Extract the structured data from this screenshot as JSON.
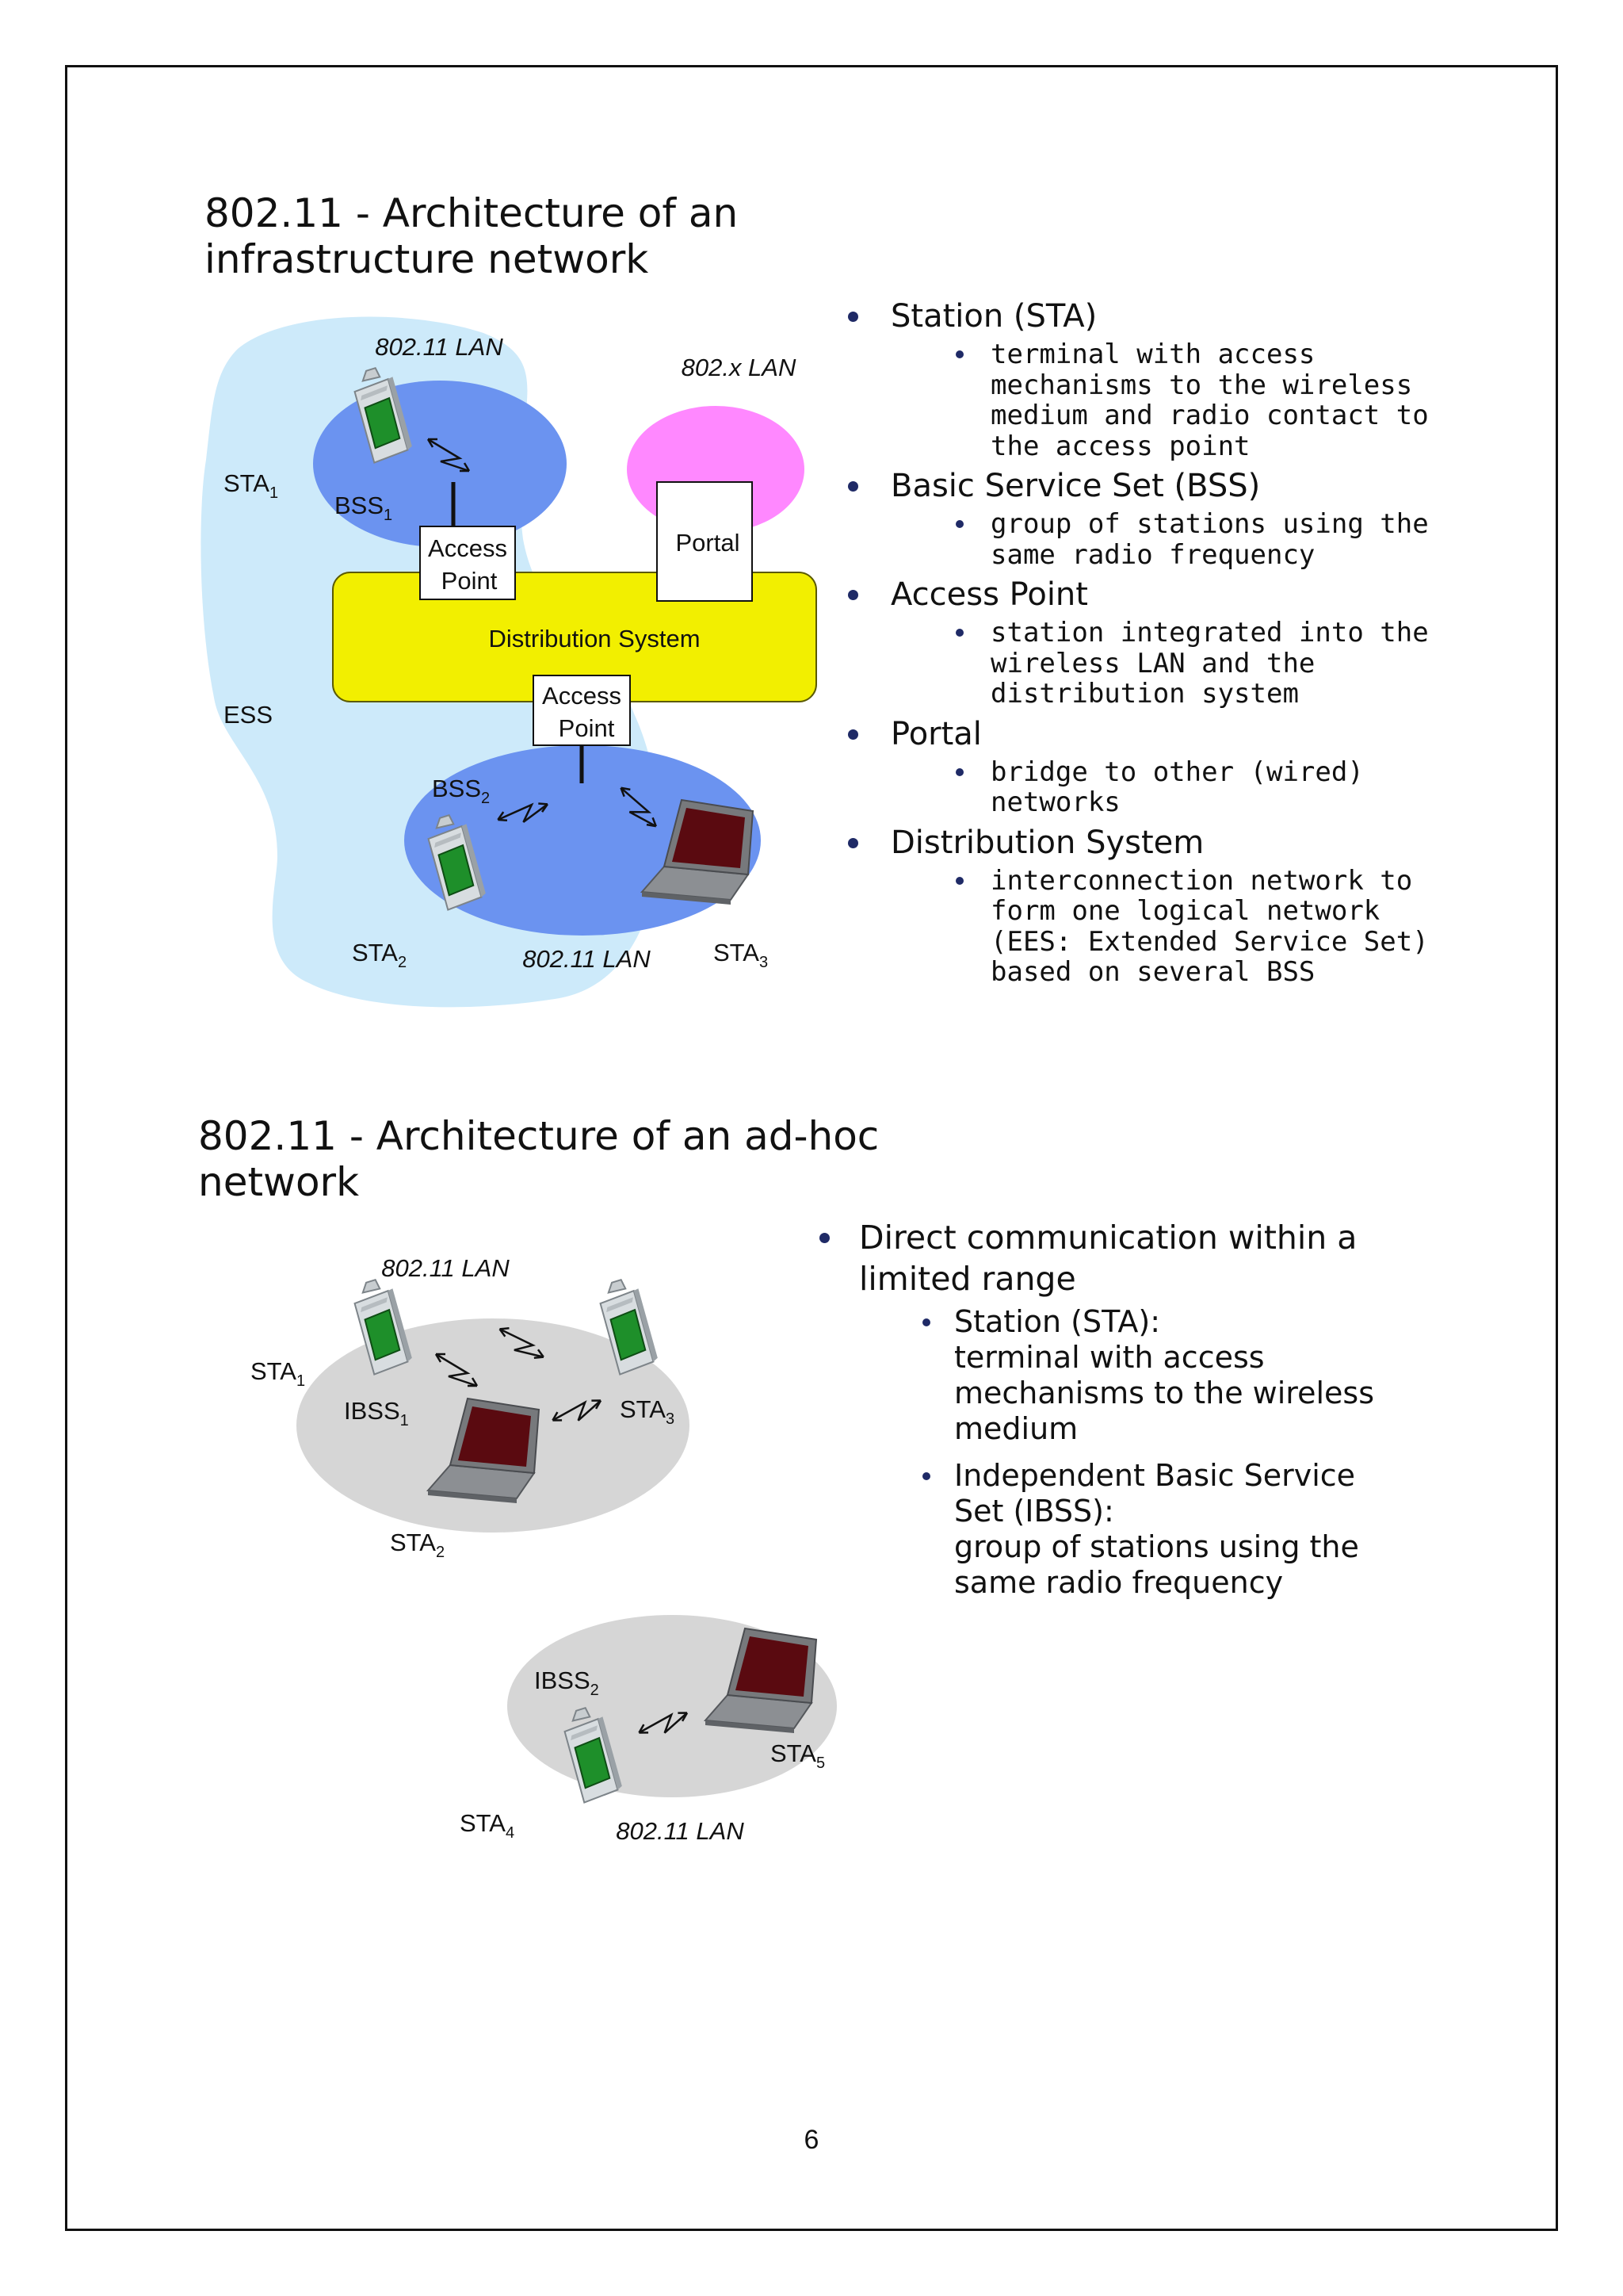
{
  "page": {
    "number": "6"
  },
  "section1": {
    "title_line1": "802.11 - Architecture of an",
    "title_line2": "infrastructure network",
    "diagram": {
      "lan_top": "802.11 LAN",
      "lan_x": "802.x LAN",
      "lan_bottom": "802.11 LAN",
      "sta1": "STA",
      "sta1_sub": "1",
      "sta2": "STA",
      "sta2_sub": "2",
      "sta3": "STA",
      "sta3_sub": "3",
      "bss1": "BSS",
      "bss1_sub": "1",
      "bss2": "BSS",
      "bss2_sub": "2",
      "ess": "ESS",
      "ap_line1": "Access",
      "ap_line2": "Point",
      "portal": "Portal",
      "distribution_system": "Distribution System"
    },
    "bullets": [
      {
        "label": "Station (STA)",
        "detail": "terminal with access mechanisms to the wireless medium and radio contact to the access point"
      },
      {
        "label": "Basic Service Set (BSS)",
        "detail": "group of stations using the same radio frequency"
      },
      {
        "label": "Access Point",
        "detail": "station integrated into the wireless LAN and the distribution system"
      },
      {
        "label": "Portal",
        "detail": "bridge to other (wired) networks"
      },
      {
        "label": "Distribution System",
        "detail": "interconnection network to form one logical network (EES: Extended Service Set) based on several BSS"
      }
    ]
  },
  "section2": {
    "title_line1": "802.11 - Architecture of an ad-hoc",
    "title_line2": "network",
    "diagram": {
      "lan_top": "802.11 LAN",
      "lan_bottom": "802.11 LAN",
      "sta1": "STA",
      "sta1_sub": "1",
      "sta2": "STA",
      "sta2_sub": "2",
      "sta3": "STA",
      "sta3_sub": "3",
      "sta4": "STA",
      "sta4_sub": "4",
      "sta5": "STA",
      "sta5_sub": "5",
      "ibss1": "IBSS",
      "ibss1_sub": "1",
      "ibss2": "IBSS",
      "ibss2_sub": "2"
    },
    "bullet": {
      "label": "Direct communication within a limited range",
      "sub": [
        {
          "label": "Station (STA):",
          "detail": "terminal with access mechanisms to the wireless medium"
        },
        {
          "label": "Independent Basic Service Set (IBSS):",
          "detail": "group of stations using the same radio frequency"
        }
      ]
    }
  },
  "colors": {
    "ess_region": "#cdeafa",
    "bss_circle": "#6b93f0",
    "pink_lan": "#ff88ff",
    "distribution_system": "#f2ef00",
    "ibss_ellipse": "#d6d6d6",
    "handset_screen": "#1e8f2a",
    "laptop_screen": "#5a0a10"
  }
}
